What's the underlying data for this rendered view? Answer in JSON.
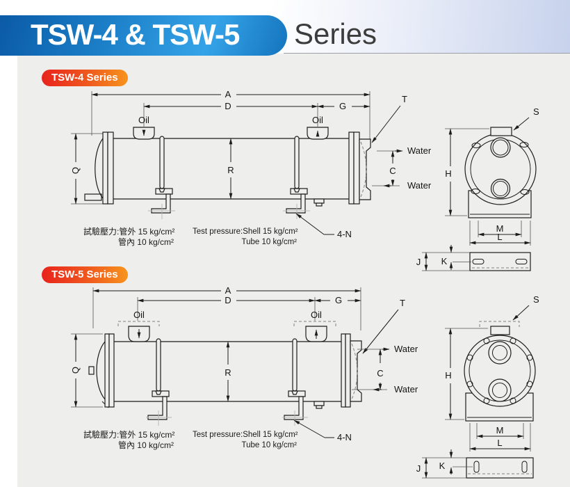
{
  "header": {
    "title": "TSW-4 & TSW-5",
    "subtitle": "Series"
  },
  "sections": [
    {
      "id": "tsw4",
      "badge": "TSW-4 Series"
    },
    {
      "id": "tsw5",
      "badge": "TSW-5 Series"
    }
  ],
  "notes": {
    "cn_line1": "試驗壓力:管外 15 kg/cm²",
    "cn_line2": "管內 10 kg/cm²",
    "en_line1": "Test pressure:Shell 15 kg/cm²",
    "en_line2": "Tube 10 kg/cm²"
  },
  "labels": {
    "a": "A",
    "d": "D",
    "g": "G",
    "t": "T",
    "q": "Q",
    "r": "R",
    "c": "C",
    "s": "S",
    "h": "H",
    "m": "M",
    "l": "L",
    "j": "J",
    "k": "K",
    "oil": "Oil",
    "water": "Water",
    "four_n": "4-N"
  },
  "colors": {
    "banner_blue_dark": "#0b5aa6",
    "banner_blue_light": "#35a3e8",
    "badge_red": "#e8231d",
    "badge_orange": "#f7941d",
    "content_bg": "#eeeeec",
    "line": "#1c1c1c",
    "subtitle_gray": "#3c3c3c",
    "header_backdrop": "#c7d2ec"
  }
}
